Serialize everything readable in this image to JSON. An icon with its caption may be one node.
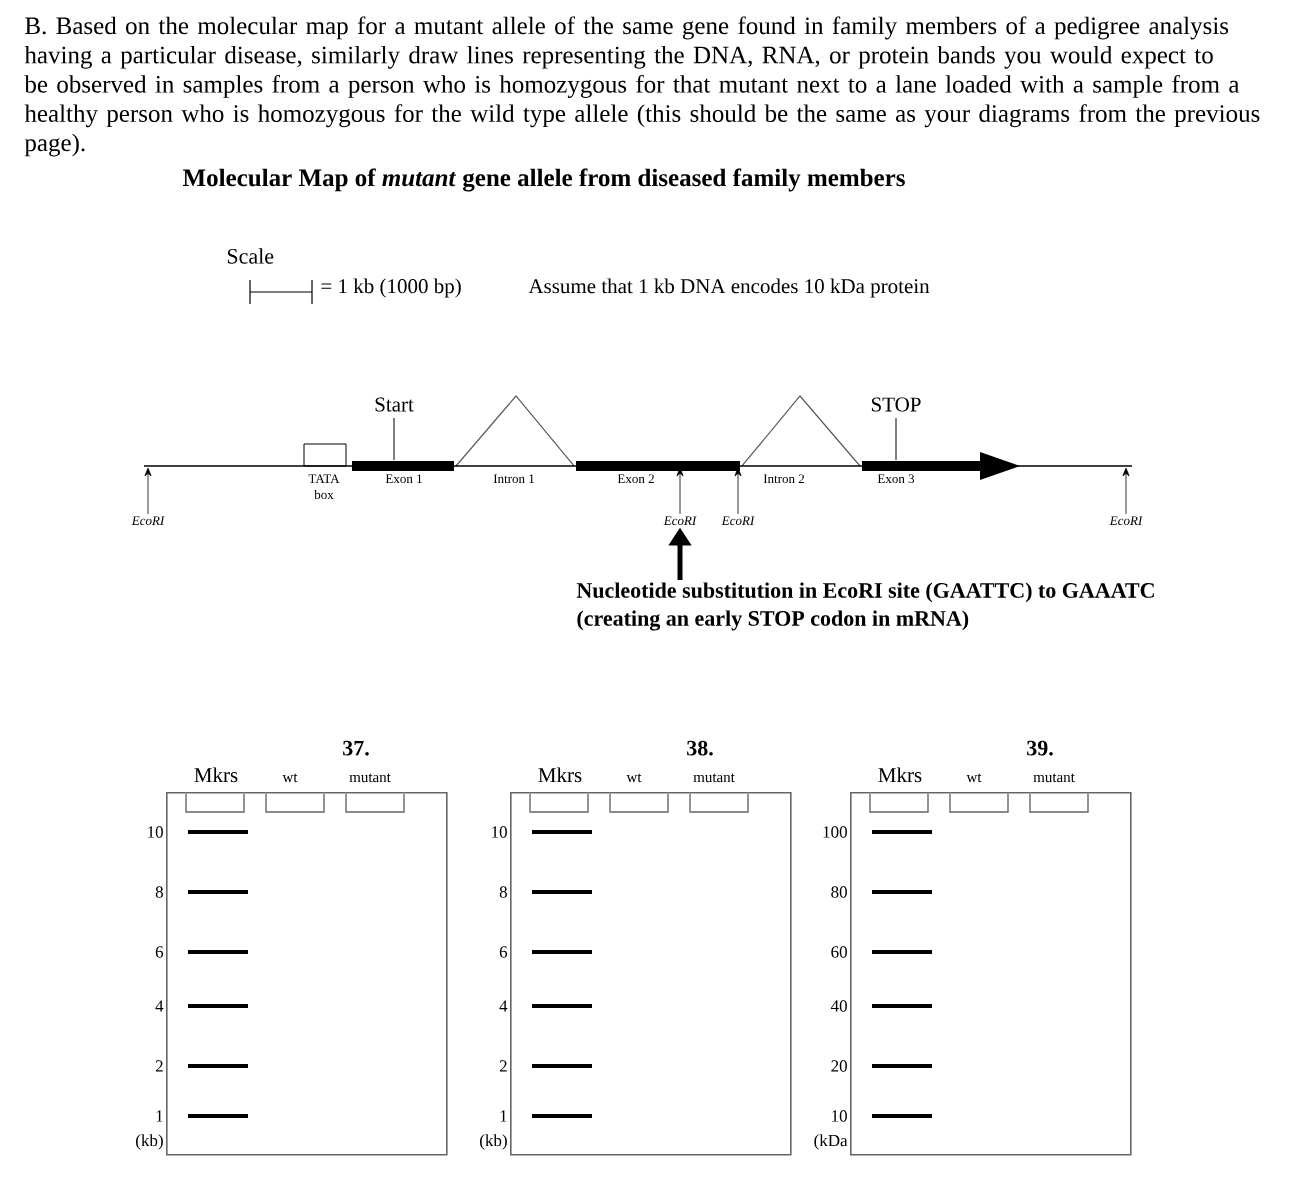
{
  "diagram": {
    "title": "Molecular Map of *mutant* gene allele from diseased family members",
    "nodes": [
      {
        "text": [],
        "shape": "bar"
      },
      {
        "text": [
          "TATA box"
        ]
      },
      {
        "text": [
          "EcoRI"
        ]
      },
      {
        "text": [
          "EcoRI"
        ]
      },
      {
        "text": [
          "EcoRI"
        ]
      },
      {
        "text": [
          "EcoRI"
        ]
      },
      {
        "text": [
          "Nucleotide substitution in EcoRI site (GAATTC) to GAAATC",
          "(creating an early STOP codon in mRNA)"
        ]
      },
      {
        "text": [
          "37.",
          "Mkrs",
          "wt",
          "mutant"
        ],
        "beside": [
          "10",
          "8",
          "6",
          "4",
          "2",
          "1",
          "(kb)"
        ]
      },
      {
        "text": [
          "38.",
          "Mkrs",
          "wt",
          "mutant"
        ],
        "beside": [
          "10",
          "8",
          "6",
          "4",
          "2",
          "1",
          "(kb)"
        ]
      },
      {
        "text": [
          "39.",
          "Mkrs",
          "wt",
          "mutant"
        ],
        "beside": [
          "100",
          "80",
          "60",
          "40",
          "20",
          "10",
          "(kDa"
        ]
      }
    ],
    "edges": [
      {
        "from": 2,
        "to": 0,
        "arrow": "to"
      },
      {
        "from": 3,
        "to": 0,
        "arrow": "to"
      },
      {
        "from": 4,
        "to": 0,
        "arrow": "to"
      },
      {
        "from": 5,
        "to": 0,
        "arrow": "to"
      },
      {
        "from": 6,
        "to": 3,
        "arrow": "to",
        "style": "thick"
      }
    ],
    "labels": [
      "B.  Based on the molecular map for a mutant allele of the same gene found in family members of a pedigree analysis having a particular disease, similarly draw lines representing the DNA, RNA, or protein bands you would expect to be observed in samples from a person who is homozygous for that mutant next to a lane loaded with a sample from a healthy person who is homozygous for the wild type allele (this should be the same as your diagrams from the previous page).",
      "Scale",
      "= 1 kb (1000 bp)",
      "Assume that 1 kb DNA encodes 10 kDa protein",
      "Start",
      "STOP",
      "Exon 1",
      "Intron 1",
      "Exon 2",
      "Intron 2",
      "Exon 3"
    ]
  }
}
